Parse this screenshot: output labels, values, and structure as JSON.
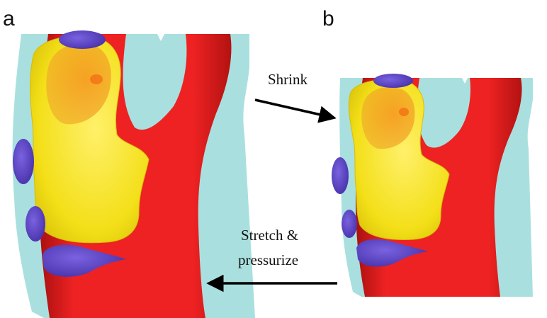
{
  "panels": [
    {
      "letter": "a"
    },
    {
      "letter": "b"
    }
  ],
  "annotations": {
    "shrink": "Shrink",
    "stretch_line1": "Stretch &",
    "stretch_line2": "pressurize"
  },
  "colors": {
    "tissue": "#a9e0df",
    "artery": "#ee2222",
    "artery_shadow": "#b01010",
    "plaque": "#f4e21a",
    "plaque_edge": "#d9c40c",
    "lipid_core": "#f2a020",
    "calcification": "#5a3fc0",
    "arrow": "#000000"
  }
}
